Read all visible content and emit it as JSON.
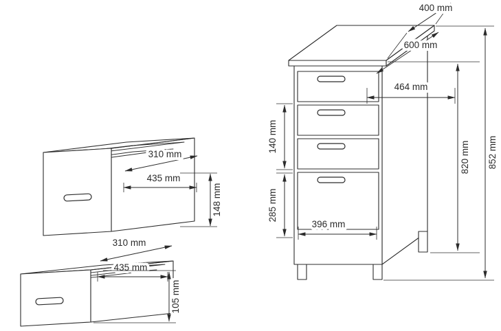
{
  "colors": {
    "line": "#2b2b2b",
    "background": "#ffffff"
  },
  "top_drawer": {
    "depth": "310 mm",
    "width": "435 mm",
    "front_height": "148 mm"
  },
  "bottom_drawer": {
    "depth": "310 mm",
    "width": "435 mm",
    "front_height": "105 mm"
  },
  "cabinet": {
    "top_depth": "400 mm",
    "top_width": "600 mm",
    "upper_width": "464 mm",
    "drawer_height": "140 mm",
    "lower_drawer_height": "285 mm",
    "inner_width": "396 mm",
    "body_height": "820 mm",
    "total_height": "852 mm"
  }
}
